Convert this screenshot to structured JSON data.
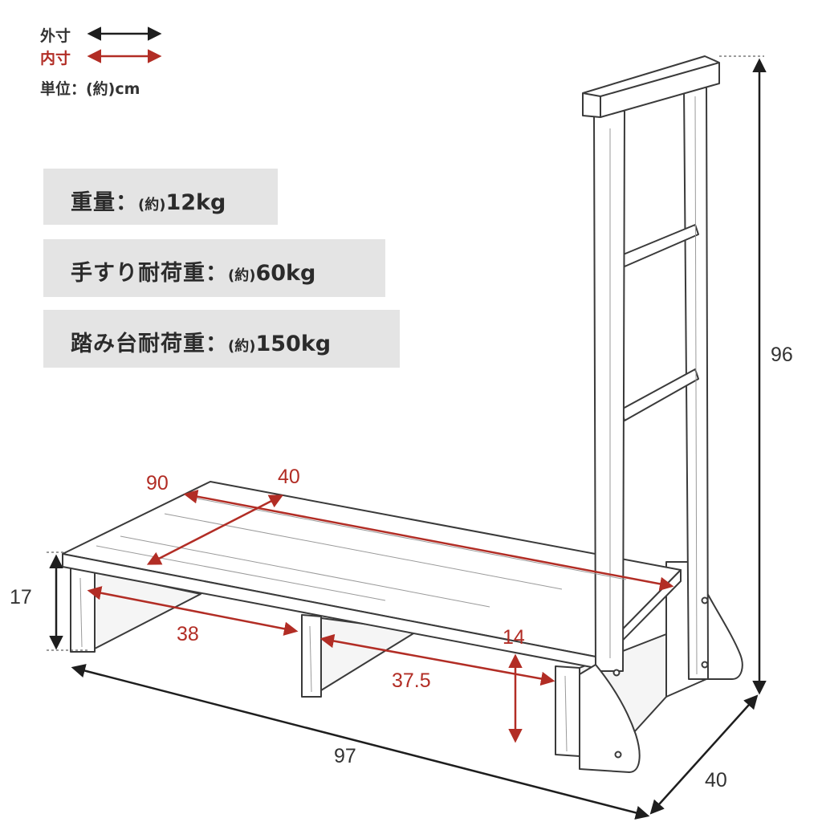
{
  "legend": {
    "outer_label": "外寸",
    "inner_label": "内寸",
    "unit_label": "単位：(約)cm",
    "outer_color": "#333333",
    "inner_color": "#b22d25"
  },
  "specs": [
    {
      "label": "重量：",
      "approx": "(約)",
      "value": "12kg"
    },
    {
      "label": "手すり耐荷重：",
      "approx": "(約)",
      "value": "60kg"
    },
    {
      "label": "踏み台耐荷重：",
      "approx": "(約)",
      "value": "150kg"
    }
  ],
  "dimensions": {
    "outer": {
      "height_total": "96",
      "depth": "40",
      "width": "97",
      "platform_height": "17"
    },
    "inner": {
      "platform_width": "90",
      "platform_depth": "40",
      "left_opening": "38",
      "right_opening": "37.5",
      "under_clearance": "14"
    }
  },
  "colors": {
    "outline": "#3a3a3a",
    "spec_box_bg": "#e4e4e4"
  }
}
